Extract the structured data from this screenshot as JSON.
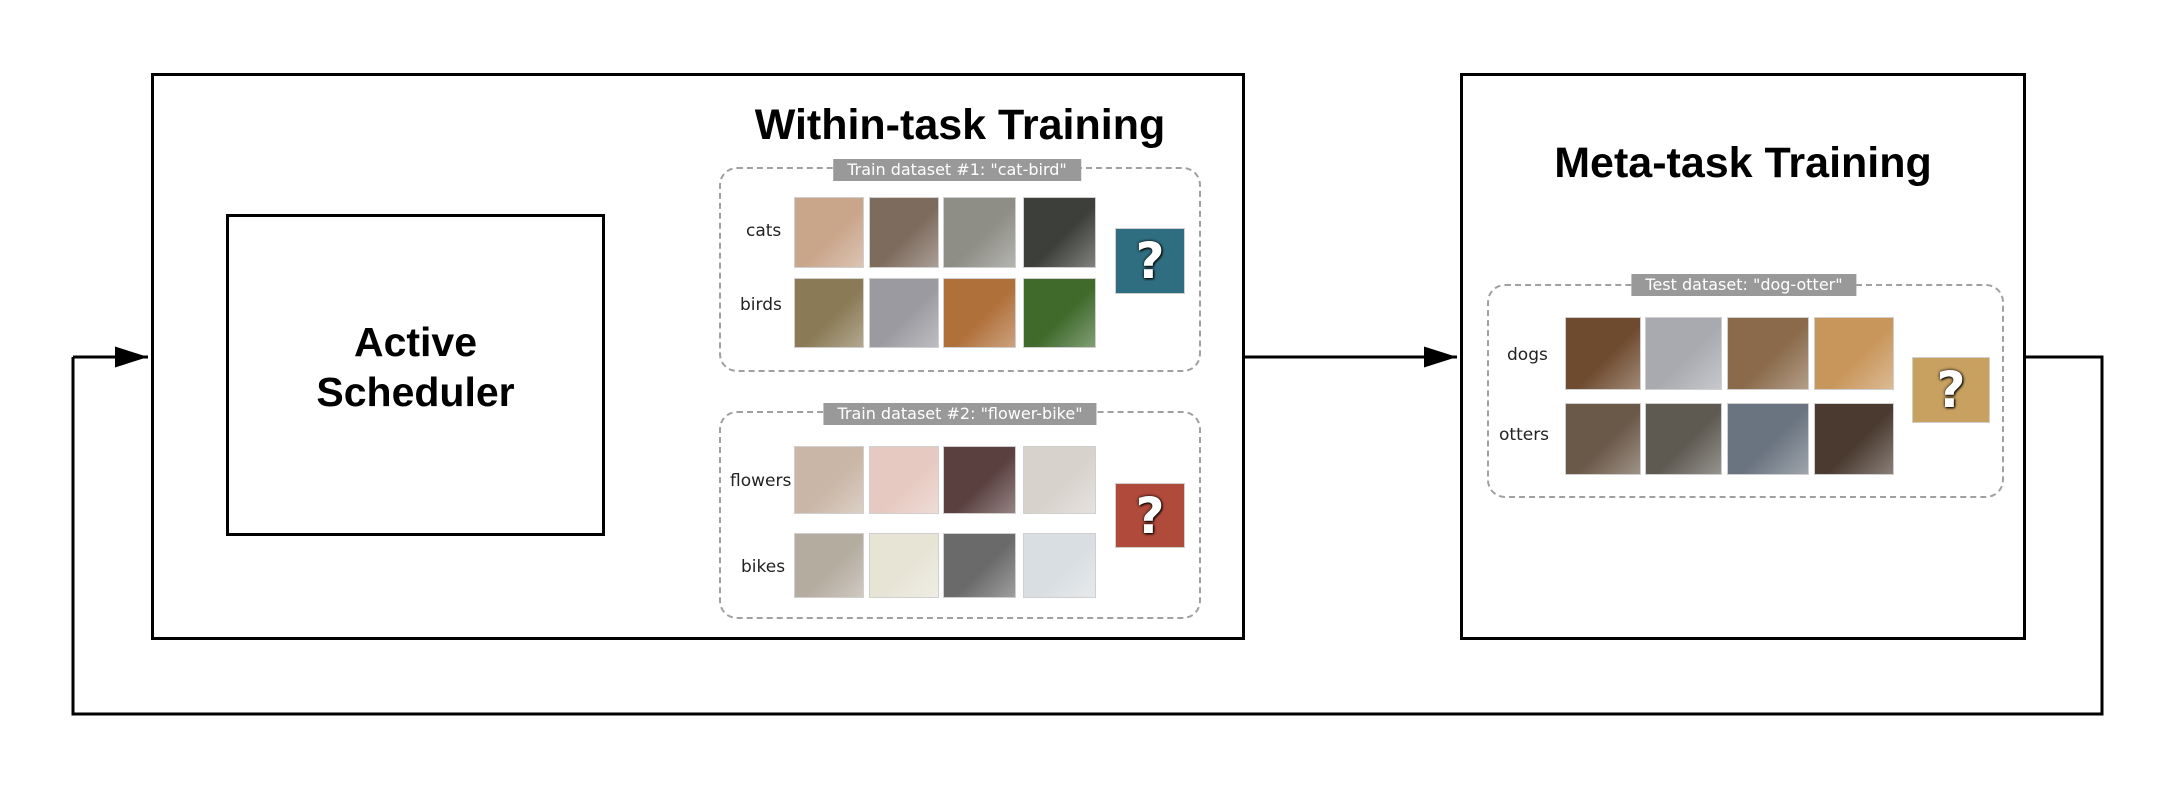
{
  "scheduler": {
    "title_line1": "Active",
    "title_line2": "Scheduler"
  },
  "within_task": {
    "title": "Within-task Training",
    "datasets": [
      {
        "tag": "Train dataset #1: \"cat-bird\"",
        "rows": [
          {
            "label": "cats",
            "thumb_colors": [
              "#c9a58a",
              "#7d6b5e",
              "#8e8e86",
              "#3c3f3a"
            ]
          },
          {
            "label": "birds",
            "thumb_colors": [
              "#8a7a55",
              "#9a9aa0",
              "#b0703a",
              "#3f6a2c"
            ]
          }
        ],
        "query": {
          "glyph": "?",
          "color": "#2f6e80"
        }
      },
      {
        "tag": "Train dataset #2: \"flower-bike\"",
        "rows": [
          {
            "label": "flowers",
            "thumb_colors": [
              "#c9b6a6",
              "#e6c9c0",
              "#5a4140",
              "#d8d2cc"
            ]
          },
          {
            "label": "bikes",
            "thumb_colors": [
              "#b5aca0",
              "#e7e4d6",
              "#6a6a6a",
              "#d9dee2"
            ]
          }
        ],
        "query": {
          "glyph": "?",
          "color": "#b04a3a"
        }
      }
    ]
  },
  "meta_task": {
    "title": "Meta-task Training",
    "dataset": {
      "tag": "Test dataset: \"dog-otter\"",
      "rows": [
        {
          "label": "dogs",
          "thumb_colors": [
            "#6e4a2e",
            "#a8aab0",
            "#8a6a4a",
            "#c8955a"
          ]
        },
        {
          "label": "otters",
          "thumb_colors": [
            "#6a5848",
            "#5e5a52",
            "#6a7480",
            "#4a3a30"
          ]
        }
      ],
      "query": {
        "glyph": "?",
        "color": "#c8a060"
      }
    }
  },
  "colors": {
    "stroke": "#000000",
    "dashed": "#a0a0a0",
    "tag_bg": "#999999",
    "tag_text": "#ffffff"
  }
}
